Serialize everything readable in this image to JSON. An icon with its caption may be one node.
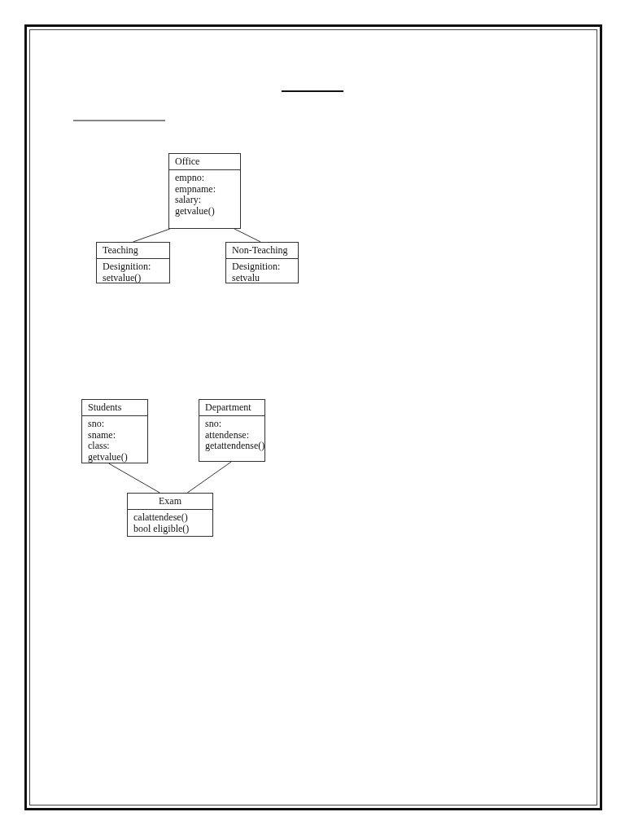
{
  "diagram": {
    "nodes": [
      {
        "text": [
          "Office",
          "empno:",
          "empname:",
          "salary:",
          "getvalue()"
        ]
      },
      {
        "text": [
          "Teaching",
          "Designition:",
          "setvalue()"
        ]
      },
      {
        "text": [
          "Non-Teaching",
          "Designition:",
          "setvalu"
        ]
      },
      {
        "text": [
          "Students",
          "sno:",
          "sname:",
          "class:",
          "getvalue()"
        ]
      },
      {
        "text": [
          "Department",
          "sno:",
          "attendense:",
          "getattendense()"
        ]
      },
      {
        "text": [
          "Exam",
          "calattendese()",
          "bool eligible()"
        ]
      }
    ],
    "edges": [
      {
        "from": 0,
        "to": 1,
        "arrow": "none"
      },
      {
        "from": 0,
        "to": 2,
        "arrow": "none"
      },
      {
        "from": 3,
        "to": 5,
        "arrow": "none"
      },
      {
        "from": 4,
        "to": 5,
        "arrow": "none"
      }
    ]
  }
}
